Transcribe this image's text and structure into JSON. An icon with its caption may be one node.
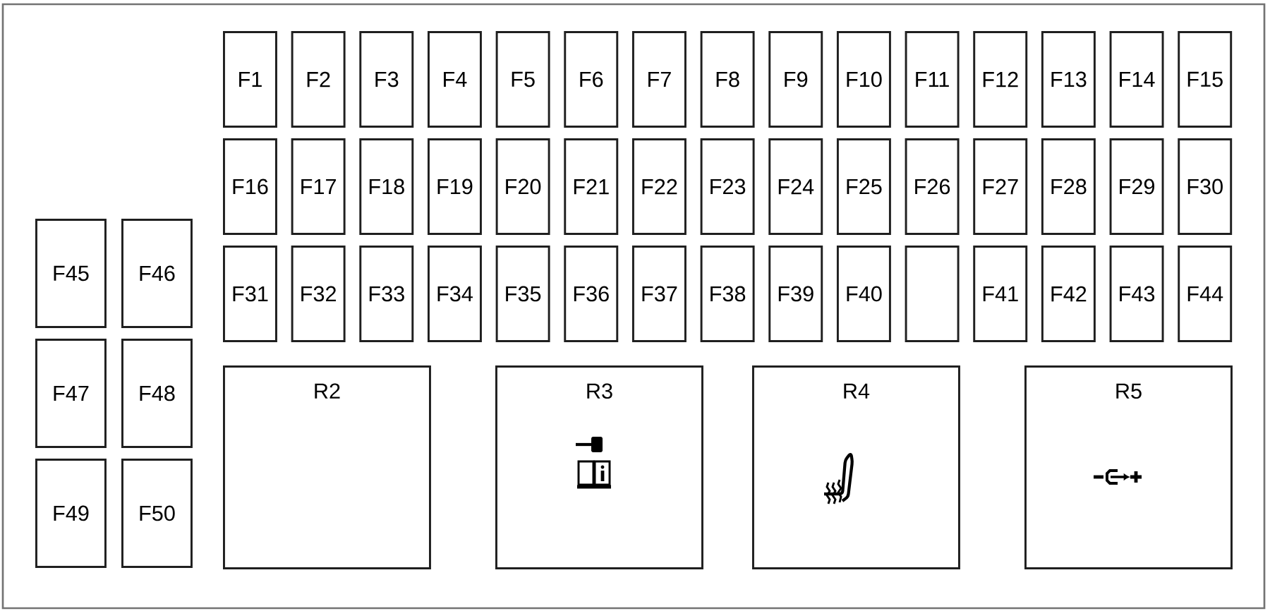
{
  "diagram": {
    "nodes": [
      {
        "text": [
          "F1"
        ]
      },
      {
        "text": [
          "F2"
        ]
      },
      {
        "text": [
          "F3"
        ]
      },
      {
        "text": [
          "F4"
        ]
      },
      {
        "text": [
          "F5"
        ]
      },
      {
        "text": [
          "F6"
        ]
      },
      {
        "text": [
          "F7"
        ]
      },
      {
        "text": [
          "F8"
        ]
      },
      {
        "text": [
          "F9"
        ]
      },
      {
        "text": [
          "F10"
        ]
      },
      {
        "text": [
          "F11"
        ]
      },
      {
        "text": [
          "F12"
        ]
      },
      {
        "text": [
          "F13"
        ]
      },
      {
        "text": [
          "F14"
        ]
      },
      {
        "text": [
          "F15"
        ]
      },
      {
        "text": [
          "F16"
        ]
      },
      {
        "text": [
          "F17"
        ]
      },
      {
        "text": [
          "F18"
        ]
      },
      {
        "text": [
          "F19"
        ]
      },
      {
        "text": [
          "F20"
        ]
      },
      {
        "text": [
          "F21"
        ]
      },
      {
        "text": [
          "F22"
        ]
      },
      {
        "text": [
          "F23"
        ]
      },
      {
        "text": [
          "F24"
        ]
      },
      {
        "text": [
          "F25"
        ]
      },
      {
        "text": [
          "F26"
        ]
      },
      {
        "text": [
          "F27"
        ]
      },
      {
        "text": [
          "F28"
        ]
      },
      {
        "text": [
          "F29"
        ]
      },
      {
        "text": [
          "F30"
        ]
      },
      {
        "text": [
          "F31"
        ]
      },
      {
        "text": [
          "F32"
        ]
      },
      {
        "text": [
          "F33"
        ]
      },
      {
        "text": [
          "F34"
        ]
      },
      {
        "text": [
          "F35"
        ]
      },
      {
        "text": [
          "F36"
        ]
      },
      {
        "text": [
          "F37"
        ]
      },
      {
        "text": [
          "F38"
        ]
      },
      {
        "text": [
          "F39"
        ]
      },
      {
        "text": [
          "F40"
        ]
      },
      {
        "text": [],
        "shape": "box"
      },
      {
        "text": [
          "F41"
        ]
      },
      {
        "text": [
          "F42"
        ]
      },
      {
        "text": [
          "F43"
        ]
      },
      {
        "text": [
          "F44"
        ]
      },
      {
        "text": [
          "F45"
        ]
      },
      {
        "text": [
          "F46"
        ]
      },
      {
        "text": [
          "F47"
        ]
      },
      {
        "text": [
          "F48"
        ]
      },
      {
        "text": [
          "F49"
        ]
      },
      {
        "text": [
          "F50"
        ]
      },
      {
        "text": [
          "R2"
        ]
      },
      {
        "text": [
          "R3"
        ]
      },
      {
        "text": [
          "R4"
        ]
      },
      {
        "text": [
          "R5"
        ]
      }
    ]
  }
}
